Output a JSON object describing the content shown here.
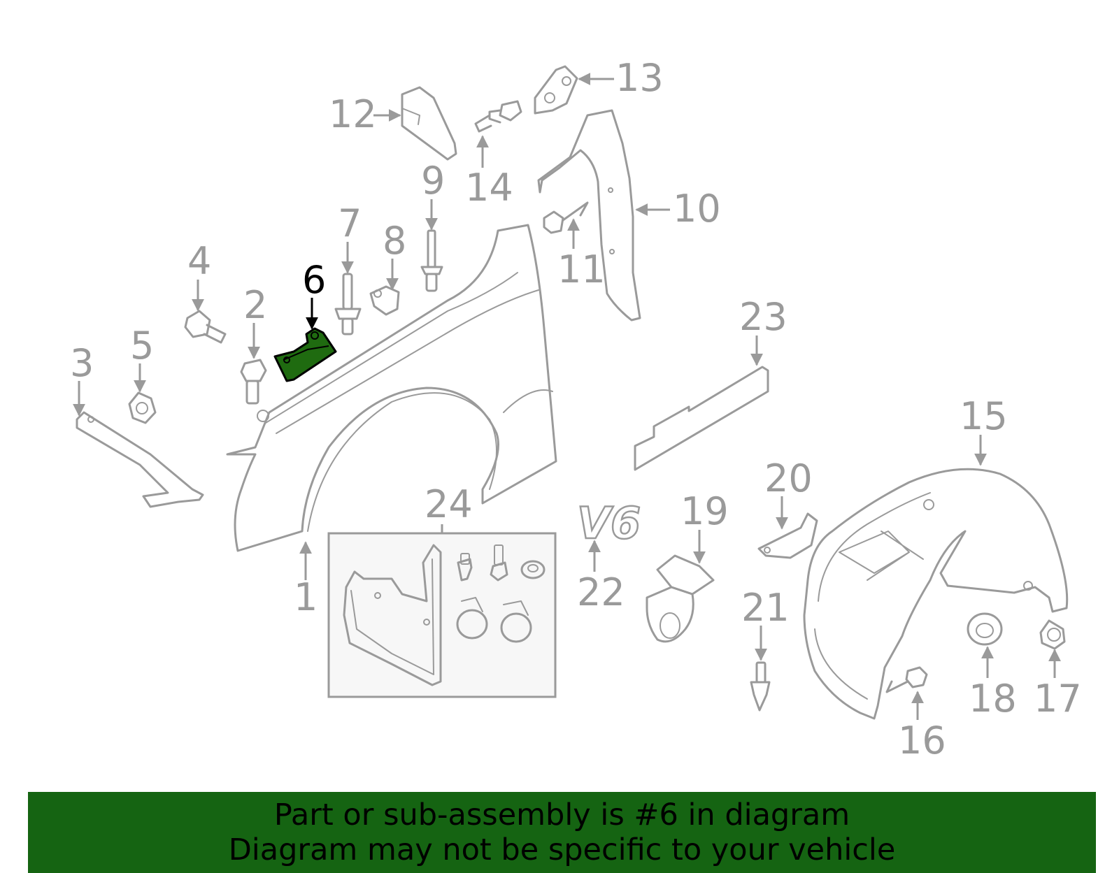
{
  "highlighted_callout": "6",
  "callouts": [
    "1",
    "2",
    "3",
    "4",
    "5",
    "6",
    "7",
    "8",
    "9",
    "10",
    "11",
    "12",
    "13",
    "14",
    "15",
    "16",
    "17",
    "18",
    "19",
    "20",
    "21",
    "22",
    "23",
    "24"
  ],
  "emblem_text": "V6",
  "banner": {
    "line1": "Part or sub-assembly is #6 in diagram",
    "line2": "Diagram may not be specific to your vehicle"
  },
  "colors": {
    "line": "#9a9a9a",
    "highlight_part": "#1f6b10",
    "banner_bg": "#156412",
    "text_highlight": "#000000"
  }
}
